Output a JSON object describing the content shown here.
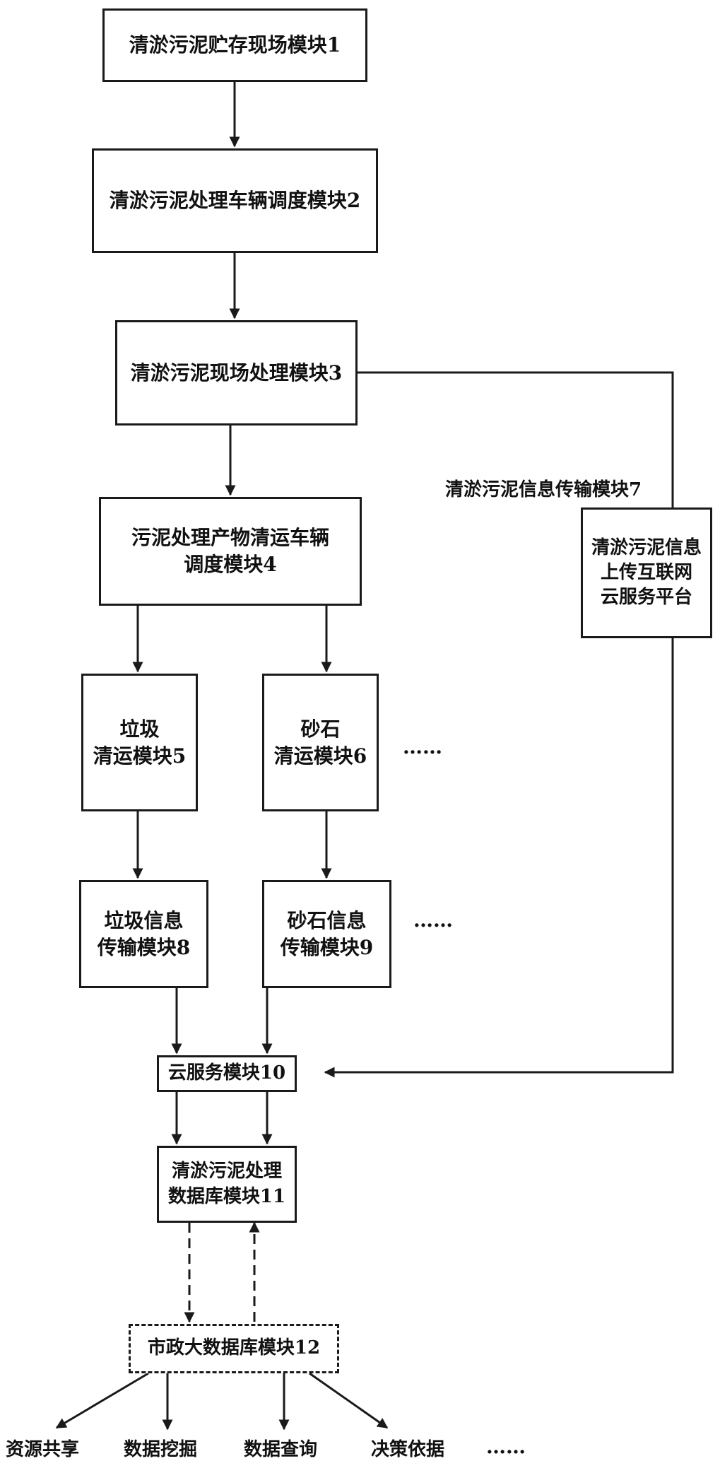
{
  "modules": {
    "m1": "清淤污泥贮存现场模块1",
    "m2": "清淤污泥处理车辆调度模块2",
    "m3": "清淤污泥现场处理模块3",
    "m4_line1": "污泥处理产物清运车辆",
    "m4_line2": "调度模块4",
    "m5_line1": "垃圾",
    "m5_line2": "清运模块5",
    "m6_line1": "砂石",
    "m6_line2": "清运模块6",
    "m7_label": "清淤污泥信息传输模块7",
    "m7_box_line1": "清淤污泥信息",
    "m7_box_line2": "上传互联网",
    "m7_box_line3": "云服务平台",
    "m8_line1": "垃圾信息",
    "m8_line2": "传输模块8",
    "m9_line1": "砂石信息",
    "m9_line2": "传输模块9",
    "m10": "云服务模块10",
    "m11_line1": "清淤污泥处理",
    "m11_line2": "数据库模块11",
    "m12": "市政大数据库模块12"
  },
  "ellipsis": {
    "row1": "……",
    "row2": "……",
    "row3": "……"
  },
  "outputs": [
    "资源共享",
    "数据挖掘",
    "数据查询",
    "决策依据"
  ]
}
